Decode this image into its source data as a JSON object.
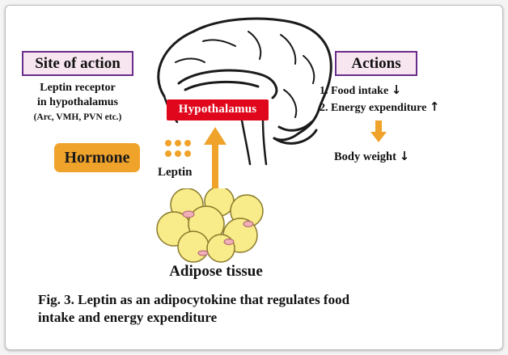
{
  "colors": {
    "accent_orange": "#f0a32a",
    "hypothalamus_red": "#e0071c",
    "label_border": "#6b2d8c",
    "label_fill": "#f7e5ef",
    "fat_cell": "#f8eb8a"
  },
  "site_of_action": {
    "title": "Site of action",
    "line1": "Leptin receptor",
    "line2": "in hypothalamus",
    "line3": "(Arc, VMH, PVN etc.)"
  },
  "hormone": {
    "label": "Hormone"
  },
  "leptin": {
    "label": "Leptin"
  },
  "brain": {
    "hypothalamus_label": "Hypothalamus"
  },
  "actions": {
    "title": "Actions",
    "item1": "1. Food intake",
    "item2": "2. Energy expenditure",
    "result": "Body weight",
    "item1_arrow": "down-arrow-icon",
    "item2_arrow": "up-arrow-icon",
    "result_arrow": "down-arrow-icon"
  },
  "adipose": {
    "label": "Adipose tissue"
  },
  "caption": {
    "line1": "Fig. 3. Leptin as an adipocytokine that regulates food",
    "line2": "intake and energy expenditure"
  }
}
